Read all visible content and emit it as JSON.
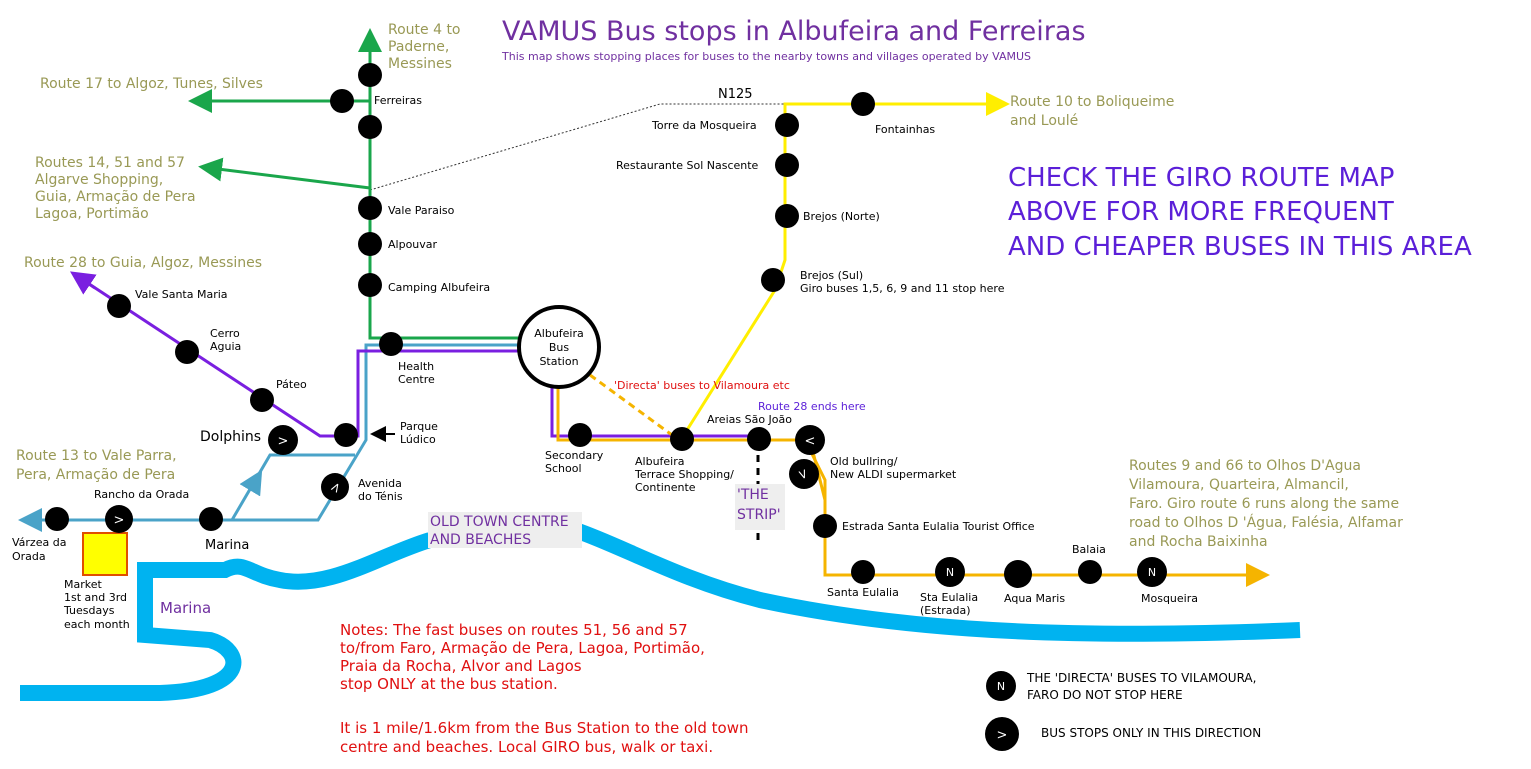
{
  "title": "VAMUS Bus stops in Albufeira and Ferreiras",
  "subtitle": "This map shows stopping places for buses to the nearby towns and villages operated by VAMUS",
  "colors": {
    "route_green": "#1aa64b",
    "route_purple": "#7a1fe0",
    "route_cyan": "#4aa3c8",
    "route_yellow": "#ffee00",
    "route_orange": "#f5b400",
    "coast": "#00b3f0",
    "destination_text": "#999955",
    "note_red": "#e01010",
    "giro_blue": "#5b1fd8",
    "title_purple": "#7030a0"
  },
  "destinations": {
    "route4": [
      "Route 4 to",
      "Paderne,",
      "Messines"
    ],
    "route17": "Route 17 to Algoz, Tunes, Silves",
    "routes14": [
      "Routes 14, 51 and 57",
      "Algarve Shopping,",
      "Guia, Armação de Pera",
      "Lagoa, Portimão"
    ],
    "route28": "Route 28 to Guia, Algoz, Messines",
    "route13": [
      "Route 13 to Vale Parra,",
      "Pera, Armação de Pera"
    ],
    "route10": [
      "Route 10 to Boliqueime",
      "and Loulé"
    ],
    "routes9": [
      "Routes 9 and 66 to Olhos D'Agua",
      "Vilamoura, Quarteira, Almancil,",
      "Faro. Giro route 6 runs along the same",
      "road to Olhos D 'Água, Falésia, Alfamar",
      "and Rocha Baixinha"
    ]
  },
  "giro_notice": [
    "CHECK THE GIRO ROUTE MAP",
    "ABOVE FOR MORE FREQUENT",
    "AND CHEAPER BUSES IN THIS AREA"
  ],
  "road_label": "N125",
  "stops": {
    "ferreiras": "Ferreiras",
    "vale_paraiso": "Vale Paraiso",
    "alpouvar": "Alpouvar",
    "camping": "Camping Albufeira",
    "health_centre": [
      "Health",
      "Centre"
    ],
    "vale_santa_maria": "Vale Santa Maria",
    "cerro_aguia": [
      "Cerro",
      "Aguia"
    ],
    "pateo": "Páteo",
    "dolphins": "Dolphins",
    "parque_ludico": [
      "Parque",
      "Lúdico"
    ],
    "avenida_tenis": [
      "Avenida",
      "do Ténis"
    ],
    "rancho": "Rancho da Orada",
    "varzea": [
      "Várzea da",
      "Orada"
    ],
    "marina_stop": "Marina",
    "bus_station": [
      "Albufeira",
      "Bus",
      "Station"
    ],
    "secondary_school": [
      "Secondary",
      "School"
    ],
    "albufeira_terrace": [
      "Albufeira",
      "Terrace Shopping/",
      "Continente"
    ],
    "areias": "Areias São João",
    "old_bullring": [
      "Old bullring/",
      "New ALDI supermarket"
    ],
    "estrada_tourist": "Estrada Santa Eulalia Tourist Office",
    "santa_eulalia": "Santa Eulalia",
    "sta_eulalia_estrada": [
      "Sta Eulalia",
      "(Estrada)"
    ],
    "aqua_maris": "Aqua Maris",
    "balaia": "Balaia",
    "mosqueira": "Mosqueira",
    "torre": "Torre da Mosqueira",
    "restaurante": "Restaurante Sol Nascente",
    "fontainhas": "Fontainhas",
    "brejos_norte": "Brejos (Norte)",
    "brejos_sul": [
      "Brejos (Sul)",
      "Giro buses 1,5, 6, 9 and 11 stop here"
    ]
  },
  "annotations": {
    "directa": "'Directa' buses to Vilamoura etc",
    "route28_ends": "Route 28 ends here",
    "strip": [
      "'THE",
      "STRIP'"
    ],
    "old_town": [
      "OLD TOWN CENTRE",
      "AND BEACHES"
    ],
    "marina_area": "Marina",
    "market": [
      "Market",
      "1st and 3rd",
      "Tuesdays",
      "each month"
    ]
  },
  "notes": [
    "Notes: The fast buses on routes 51, 56 and 57",
    "to/from Faro, Armação de Pera, Lagoa, Portimão,",
    "Praia da Rocha, Alvor and Lagos",
    "stop ONLY at the bus station.",
    "",
    "It is 1 mile/1.6km from the Bus Station to the old town",
    "centre and beaches. Local GIRO bus, walk or taxi."
  ],
  "legend": {
    "n_symbol": "N",
    "n_text": [
      "THE 'DIRECTA' BUSES TO VILAMOURA,",
      "FARO DO NOT STOP HERE"
    ],
    "dir_symbol": ">",
    "dir_text": "BUS STOPS ONLY IN THIS DIRECTION"
  },
  "symbols": {
    "right": ">",
    "left": "<",
    "n": "N"
  }
}
